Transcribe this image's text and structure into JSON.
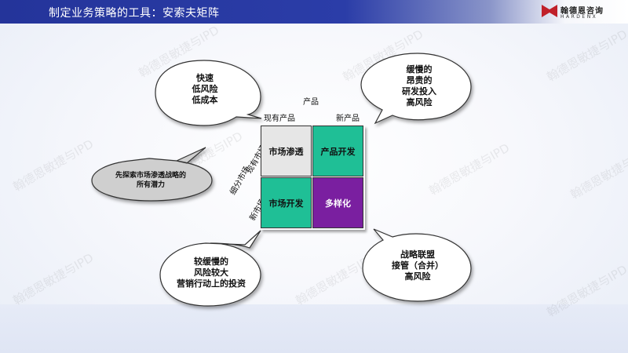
{
  "header": {
    "title": "制定业务策略的工具：安索夫矩阵"
  },
  "logo": {
    "name_cn": "翰德恩咨询",
    "name_en": "HARDENX"
  },
  "watermark": {
    "text": "翰德恩敏捷与IPD"
  },
  "axes": {
    "product_title": "产品",
    "existing_product": "现有产品",
    "new_product": "新产品",
    "market_title": "细分市场",
    "existing_market": "现有市场",
    "new_market": "新市场"
  },
  "matrix": {
    "market_penetration": "市场渗透",
    "product_development": "产品开发",
    "market_development": "市场开发",
    "diversification": "多样化"
  },
  "bubbles": {
    "top_left": [
      "快速",
      "低风险",
      "低成本"
    ],
    "top_right": [
      "缓慢的",
      "昂贵的",
      "研发投入",
      "高风险"
    ],
    "mid_left": [
      "先探索市场渗透战略的",
      "所有潜力"
    ],
    "bottom_left": [
      "较缓慢的",
      "风险较大",
      "营销行动上的投资"
    ],
    "bottom_right": [
      "战略联盟",
      "接管（合并）",
      "高风险"
    ]
  },
  "colors": {
    "header_blue": "#24349a",
    "teal": "#1fbf96",
    "purple": "#7a1fa0",
    "gray_cell": "#e6e6e6",
    "logo_red": "#c0202a"
  }
}
